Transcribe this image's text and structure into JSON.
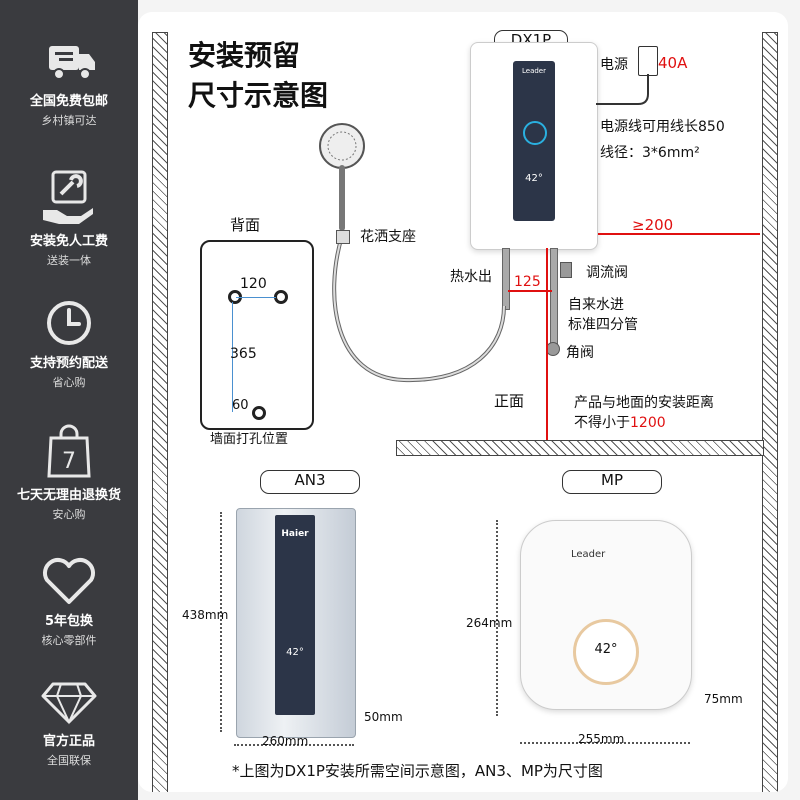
{
  "sidebar": {
    "items": [
      {
        "title": "全国免费包邮",
        "subtitle": "乡村镇可达",
        "icon": "truck-icon"
      },
      {
        "title": "安装免人工费",
        "subtitle": "送装一体",
        "icon": "wrench-hand-icon"
      },
      {
        "title": "支持预约配送",
        "subtitle": "省心购",
        "icon": "clock-icon"
      },
      {
        "title": "七天无理由退换货",
        "subtitle": "安心购",
        "icon": "bag-7-icon"
      },
      {
        "title": "5年包换",
        "subtitle": "核心零部件",
        "icon": "heart-icon"
      },
      {
        "title": "官方正品",
        "subtitle": "全国联保",
        "icon": "diamond-icon"
      }
    ]
  },
  "main": {
    "heading_line1": "安装预留",
    "heading_line2": "尺寸示意图",
    "dx1p": {
      "model": "DX1P",
      "brand": "Leader",
      "display_temp": "42°",
      "power_label": "电源",
      "breaker": "40A",
      "cable_length": "电源线可用线长850",
      "cable_spec": "线径：3*6mm²",
      "side_clearance": "≥200",
      "hot_water_out": "热水出",
      "pipe_spacing": "125",
      "flow_valve": "调流阀",
      "cold_in_line1": "自来水进",
      "cold_in_line2": "标准四分管",
      "angle_valve": "角阀",
      "shower_holder": "花洒支座",
      "front_label": "正面",
      "floor_note_line1": "产品与地面的安装距离",
      "floor_note_line2_prefix": "不得小于",
      "floor_note_value": "1200"
    },
    "back_panel": {
      "title": "背面",
      "hole_h_spacing": "120",
      "hole_v_spacing": "365",
      "hole_bottom_spacing": "60",
      "caption": "墙面打孔位置"
    },
    "an3": {
      "model": "AN3",
      "brand": "Haier",
      "display_temp": "42°",
      "height": "438mm",
      "width": "260mm",
      "depth": "50mm"
    },
    "mp": {
      "model": "MP",
      "brand": "Leader",
      "display_temp": "42°",
      "height": "264mm",
      "width": "255mm",
      "depth": "75mm"
    },
    "footnote": "*上图为DX1P安装所需空间示意图，AN3、MP为尺寸图"
  },
  "colors": {
    "sidebar_bg": "#3a3b3f",
    "accent_red": "#e01010",
    "panel_dark": "#2c3548"
  }
}
